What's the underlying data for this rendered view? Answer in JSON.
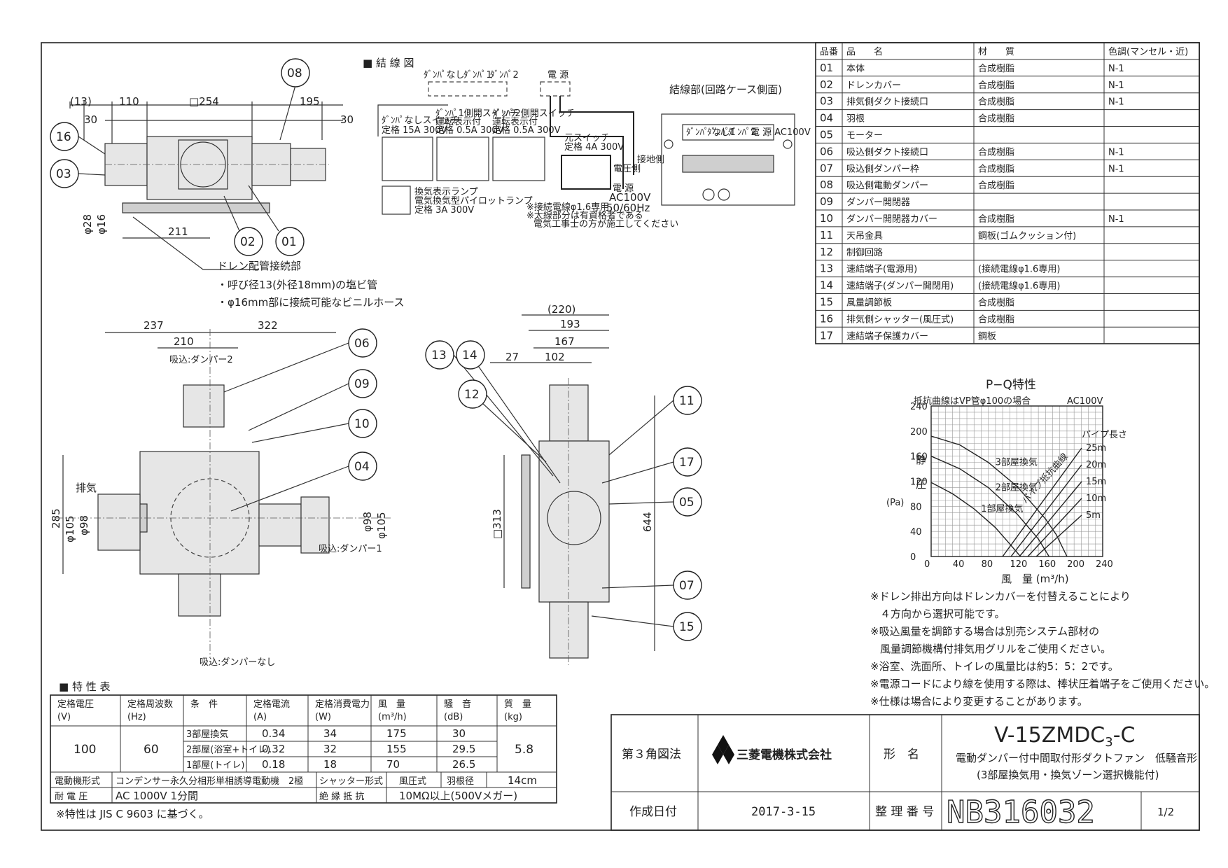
{
  "wiring": {
    "title": "■ 結 線 図",
    "terminal_labels": [
      "ﾀﾞﾝﾊﾟなし",
      "ﾀﾞﾝﾊﾟ1",
      "ﾀﾞﾝﾊﾟ2",
      "電 源"
    ],
    "switch1": "ﾀﾞﾝﾊﾟなしスイッチ",
    "switch1_rating": "定格 15A 300V",
    "switch2": "ﾀﾞﾝﾊﾟ1側開スイッチ",
    "switch2_sub": "運転表示付",
    "switch2_rating": "定格 0.5A 300V",
    "switch3": "ﾀﾞﾝﾊﾟ2側開スイッチ",
    "switch3_sub": "運転表示付",
    "switch3_rating": "定格 0.5A 300V",
    "lamp1": "換気表示ランプ",
    "lamp2": "電気換気型パイロットランプ",
    "lamp_rating": "定格 3A 300V",
    "main_switch": "元スイッチ",
    "main_rating": "定格 4A 300V",
    "side_a": "電圧側",
    "side_b": "接地側",
    "power": "電 源",
    "power_v": "AC100V",
    "power_hz": "50/60Hz",
    "note1": "※接続電線φ1.6専用",
    "note2": "※太線部分は有資格者である",
    "note3": "電気工事士の方が施工してください"
  },
  "terminal_box": {
    "title": "結線部(回路ケース側面)",
    "labels": [
      "ﾀﾞﾝﾊﾟ なし",
      "ﾀﾞﾝﾊﾟ1",
      "ﾀﾞﾝﾊﾟ2",
      "電 源 AC100V"
    ]
  },
  "drain": {
    "title": "ドレン配管接続部",
    "line1": "・呼び径13(外径18mm)の塩ビ管",
    "line2": "・φ16mm部に接続可能なビニルホース"
  },
  "dims_top": [
    "(13)",
    "110",
    "□254",
    "195",
    "30",
    "30",
    "φ28",
    "φ16",
    "211"
  ],
  "dims_plan": [
    "237",
    "322",
    "210",
    "285",
    "φ105",
    "φ98",
    "φ98",
    "φ105"
  ],
  "plan_labels": {
    "intake2": "吸込:ダンパー2",
    "exhaust": "排気",
    "intake1": "吸込:ダンパー1",
    "intake0": "吸込:ダンパーなし"
  },
  "dims_side": [
    "(220)",
    "193",
    "167",
    "27",
    "102",
    "□313",
    "644"
  ],
  "bubbles": [
    "01",
    "02",
    "03",
    "04",
    "05",
    "06",
    "07",
    "08",
    "09",
    "10",
    "11",
    "12",
    "13",
    "14",
    "15",
    "16",
    "17"
  ],
  "parts_table": {
    "headers": [
      "品番",
      "品　　名",
      "材　　質",
      "色調(マンセル・近)"
    ],
    "rows": [
      [
        "01",
        "本体",
        "合成樹脂",
        "N-1"
      ],
      [
        "02",
        "ドレンカバー",
        "合成樹脂",
        "N-1"
      ],
      [
        "03",
        "排気側ダクト接続口",
        "合成樹脂",
        "N-1"
      ],
      [
        "04",
        "羽根",
        "合成樹脂",
        ""
      ],
      [
        "05",
        "モーター",
        "",
        ""
      ],
      [
        "06",
        "吸込側ダクト接続口",
        "合成樹脂",
        "N-1"
      ],
      [
        "07",
        "吸込側ダンパー枠",
        "合成樹脂",
        "N-1"
      ],
      [
        "08",
        "吸込側電動ダンパー",
        "合成樹脂",
        ""
      ],
      [
        "09",
        "ダンパー開閉器",
        "",
        ""
      ],
      [
        "10",
        "ダンパー開閉器カバー",
        "合成樹脂",
        "N-1"
      ],
      [
        "11",
        "天吊金具",
        "鋼板(ゴムクッション付)",
        ""
      ],
      [
        "12",
        "制御回路",
        "",
        ""
      ],
      [
        "13",
        "速結端子(電源用)",
        "(接続電線φ1.6専用)",
        ""
      ],
      [
        "14",
        "速結端子(ダンパー開閉用)",
        "(接続電線φ1.6専用)",
        ""
      ],
      [
        "15",
        "風量調節板",
        "合成樹脂",
        ""
      ],
      [
        "16",
        "排気側シャッター(風圧式)",
        "合成樹脂",
        ""
      ],
      [
        "17",
        "速結端子保護カバー",
        "鋼板",
        ""
      ]
    ]
  },
  "chart_data": {
    "type": "line",
    "title": "P−Q特性",
    "subtitle": "抵抗曲線はVP管φ100の場合",
    "supply": "AC100V",
    "ylabel_chars": [
      "静",
      "圧"
    ],
    "yunit": "(Pa)",
    "xlabel": "風　量 (m³/h)",
    "xlim": [
      0,
      240
    ],
    "ylim": [
      0,
      240
    ],
    "xticks": [
      0,
      40,
      80,
      120,
      160,
      200,
      240
    ],
    "yticks": [
      0,
      40,
      80,
      120,
      160,
      200,
      240
    ],
    "grid": true,
    "series": [
      {
        "name": "3部屋換気",
        "x": [
          0,
          40,
          80,
          120,
          160,
          175,
          190
        ],
        "y": [
          192,
          178,
          150,
          112,
          60,
          35,
          0
        ]
      },
      {
        "name": "2部屋換気",
        "x": [
          0,
          40,
          80,
          120,
          150,
          165
        ],
        "y": [
          160,
          140,
          110,
          68,
          28,
          0
        ]
      },
      {
        "name": "1部屋換気",
        "x": [
          0,
          30,
          60,
          90,
          110,
          125
        ],
        "y": [
          118,
          100,
          76,
          46,
          20,
          0
        ]
      }
    ],
    "pipe_label": "パイプ長さ",
    "pipe_curve_label": "パイプ抵抗曲線",
    "pipe_lengths": [
      "25m",
      "20m",
      "15m",
      "10m",
      "5m"
    ]
  },
  "notes": [
    "※ドレン排出方向はドレンカバーを付替えることにより",
    "４方向から選択可能です。",
    "※吸込風量を調節する場合は別売システム部材の",
    "風量調節機構付排気用グリルをご使用ください。",
    "※浴室、洗面所、トイレの風量比は約5：5：2です。",
    "※電源コードにより線を使用する際は、棒状圧着端子をご使用ください。",
    "※仕様は場合により変更することがあります。"
  ],
  "spec": {
    "title": "■ 特 性 表",
    "headers": [
      "定格電圧\n(V)",
      "定格周波数\n(Hz)",
      "条　件",
      "定格電流\n(A)",
      "定格消費電力\n(W)",
      "風　量\n(m³/h)",
      "騒　音\n(dB)",
      "質　量\n(kg)"
    ],
    "voltage": "100",
    "freq": "60",
    "mass": "5.8",
    "rows": [
      [
        "3部屋換気",
        "0.34",
        "34",
        "175",
        "30"
      ],
      [
        "2部屋(浴室+トイレ)",
        "0.32",
        "32",
        "155",
        "29.5"
      ],
      [
        "1部屋(トイレ)",
        "0.18",
        "18",
        "70",
        "26.5"
      ]
    ],
    "motor_label": "電動機形式",
    "motor_value": "コンデンサー永久分相形単相誘導電動機　2極",
    "shutter_label": "シャッター形式",
    "shutter_value": "風圧式",
    "blade_label": "羽根径",
    "blade_value": "14cm",
    "withstand_label": "耐 電 圧",
    "withstand_value": "AC 1000V 1分間",
    "insulation_label": "絶 縁 抵 抗",
    "insulation_value": "10MΩ以上(500Vメガー)",
    "footnote": "※特性は JIS C 9603 に基づく。"
  },
  "title_block": {
    "projection": "第３角図法",
    "company": "三菱電機株式会社",
    "model_label": "形　名",
    "model": "V-15ZMDC",
    "model_sub": "3",
    "model_suffix": "-C",
    "desc1": "電動ダンパー付中間取付形ダクトファン　低騒音形",
    "desc2": "(3部屋換気用・換気ゾーン選択機能付)",
    "date_label": "作成日付",
    "date": "2017-3-15",
    "num_label": "整 理 番 号",
    "number": "NB316032",
    "page": "1/2"
  }
}
